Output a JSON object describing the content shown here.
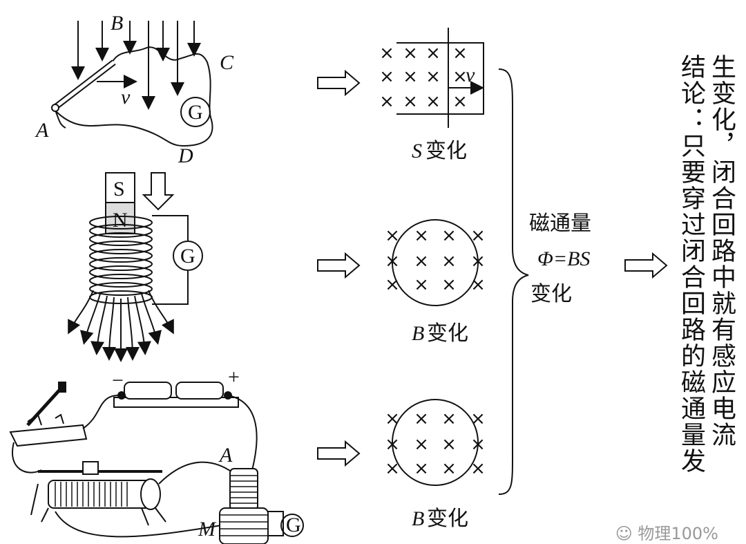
{
  "diagram1": {
    "labels": {
      "B": "B",
      "C": "C",
      "A": "A",
      "D": "D",
      "v": "v",
      "G": "G"
    }
  },
  "diagram2": {
    "labels": {
      "S": "S",
      "N": "N",
      "G": "G"
    }
  },
  "diagram3": {
    "labels": {
      "minus": "−",
      "plus": "+",
      "A": "A",
      "M": "M",
      "G": "G"
    }
  },
  "middle": {
    "cross": "×",
    "v": "v",
    "caption1_var": "S",
    "caption1_text": "变化",
    "caption2_var": "B",
    "caption2_text": "变化",
    "caption3_var": "B",
    "caption3_text": "变化"
  },
  "flux": {
    "line1": "磁通量",
    "line2": "Φ=BS",
    "line3": "变化"
  },
  "conclusion": {
    "col1": "结论：只要穿过闭合回路的磁通量发",
    "col2": "生变化，闭合回路中就有感应电流"
  },
  "watermark": "物理100%"
}
